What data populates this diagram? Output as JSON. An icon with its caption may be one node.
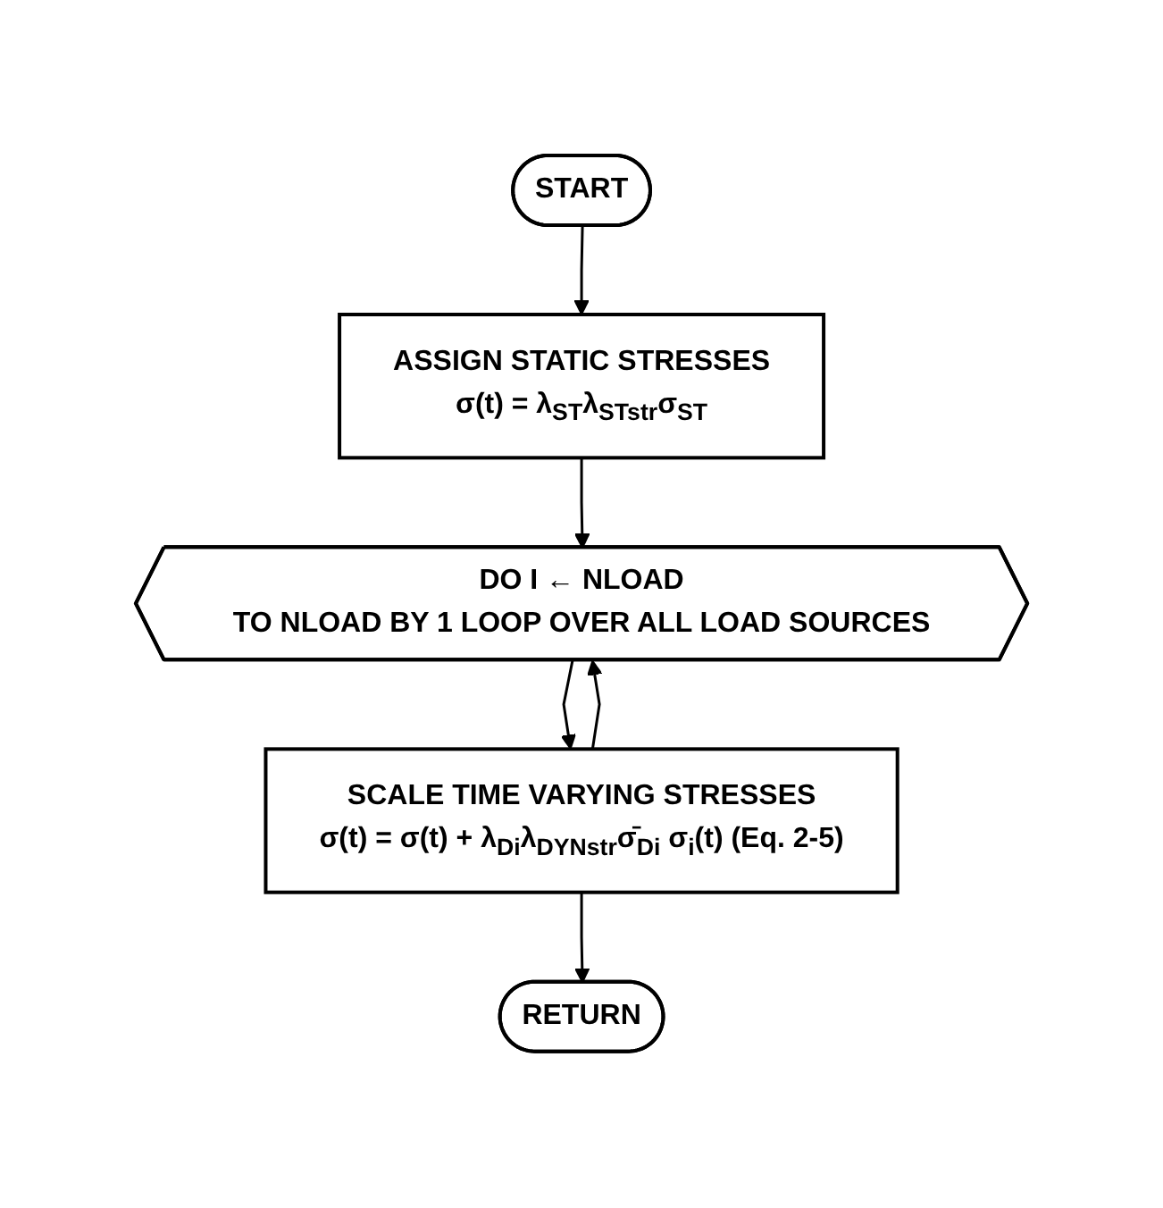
{
  "diagram": {
    "nodes": [
      {
        "text": [
          "START"
        ]
      },
      {
        "text": [
          "ASSIGN STATIC STRESSES",
          "σ(t) = λ$_{ST}$λ$_{STstr}$σ$_{ST}$"
        ]
      },
      {
        "text": [
          "DO I ← NLOAD",
          "TO NLOAD BY 1 LOOP OVER ALL LOAD SOURCES"
        ]
      },
      {
        "text": [
          "SCALE TIME VARYING STRESSES",
          "σ(t) = σ(t) + λ$_{Di}$λ$_{DYNstr}$σ̄$_{Di}$ σ$_{i}$(t) (Eq. 2-5)"
        ]
      },
      {
        "text": [
          "RETURN"
        ]
      }
    ],
    "edges": [
      {
        "from": 0,
        "to": 1,
        "arrow": "to"
      },
      {
        "from": 1,
        "to": 2,
        "arrow": "to"
      },
      {
        "from": 2,
        "to": 3,
        "arrow": "to"
      },
      {
        "from": 3,
        "to": 4,
        "arrow": "to"
      },
      {
        "from": 3,
        "to": 2,
        "arrow": "to"
      }
    ]
  }
}
